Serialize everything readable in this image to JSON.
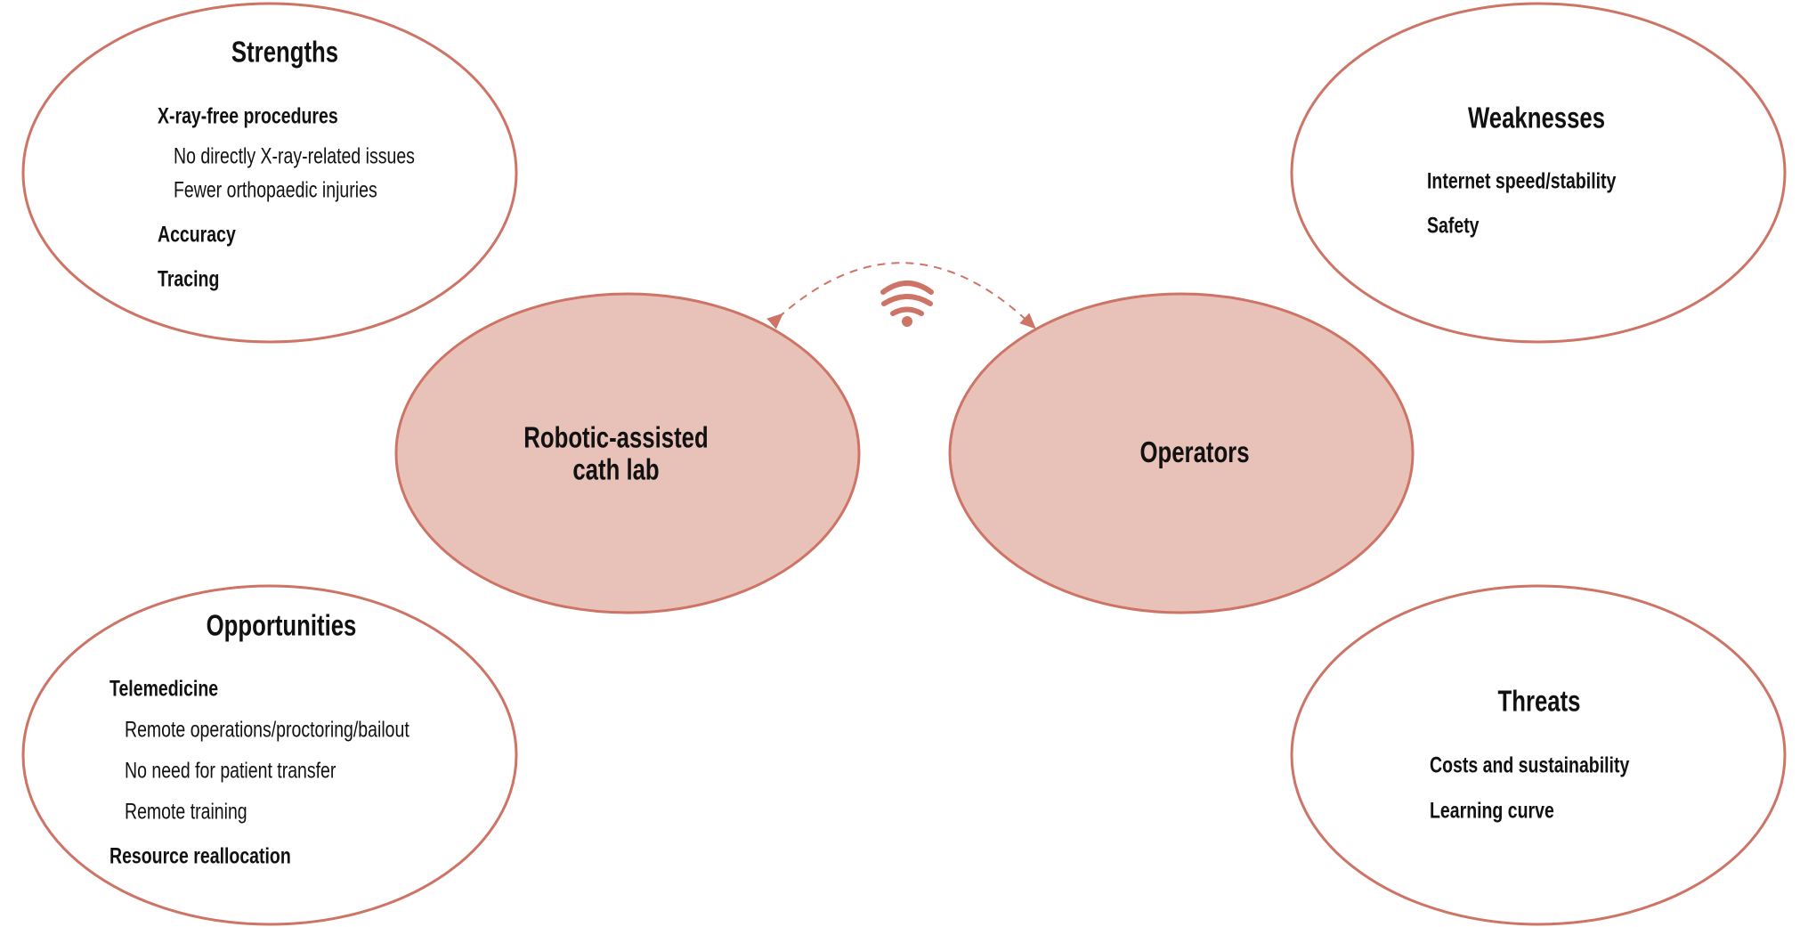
{
  "colors": {
    "stroke": "#cd7466",
    "fill": "#e8c2b8",
    "text": "#111111"
  },
  "strengths": {
    "title": "Strengths",
    "items": [
      {
        "label": "X-ray-free procedures",
        "bold": true
      },
      {
        "label": "No directly X-ray-related issues",
        "bold": false
      },
      {
        "label": "Fewer orthopaedic injuries",
        "bold": false
      },
      {
        "label": "Accuracy",
        "bold": true
      },
      {
        "label": "Tracing",
        "bold": true
      }
    ]
  },
  "weaknesses": {
    "title": "Weaknesses",
    "items": [
      {
        "label": "Internet speed/stability"
      },
      {
        "label": "Safety"
      }
    ]
  },
  "opportunities": {
    "title": "Opportunities",
    "items": [
      {
        "label": "Telemedicine",
        "bold": true
      },
      {
        "label": "Remote operations/proctoring/bailout",
        "bold": false
      },
      {
        "label": "No need for patient transfer",
        "bold": false
      },
      {
        "label": "Remote training",
        "bold": false
      },
      {
        "label": "Resource reallocation",
        "bold": true
      }
    ]
  },
  "threats": {
    "title": "Threats",
    "items": [
      {
        "label": "Costs and sustainability"
      },
      {
        "label": "Learning curve"
      }
    ]
  },
  "center": {
    "left_line1": "Robotic-assisted",
    "left_line2": "cath lab",
    "right": "Operators",
    "link_icon": "wifi-icon"
  }
}
